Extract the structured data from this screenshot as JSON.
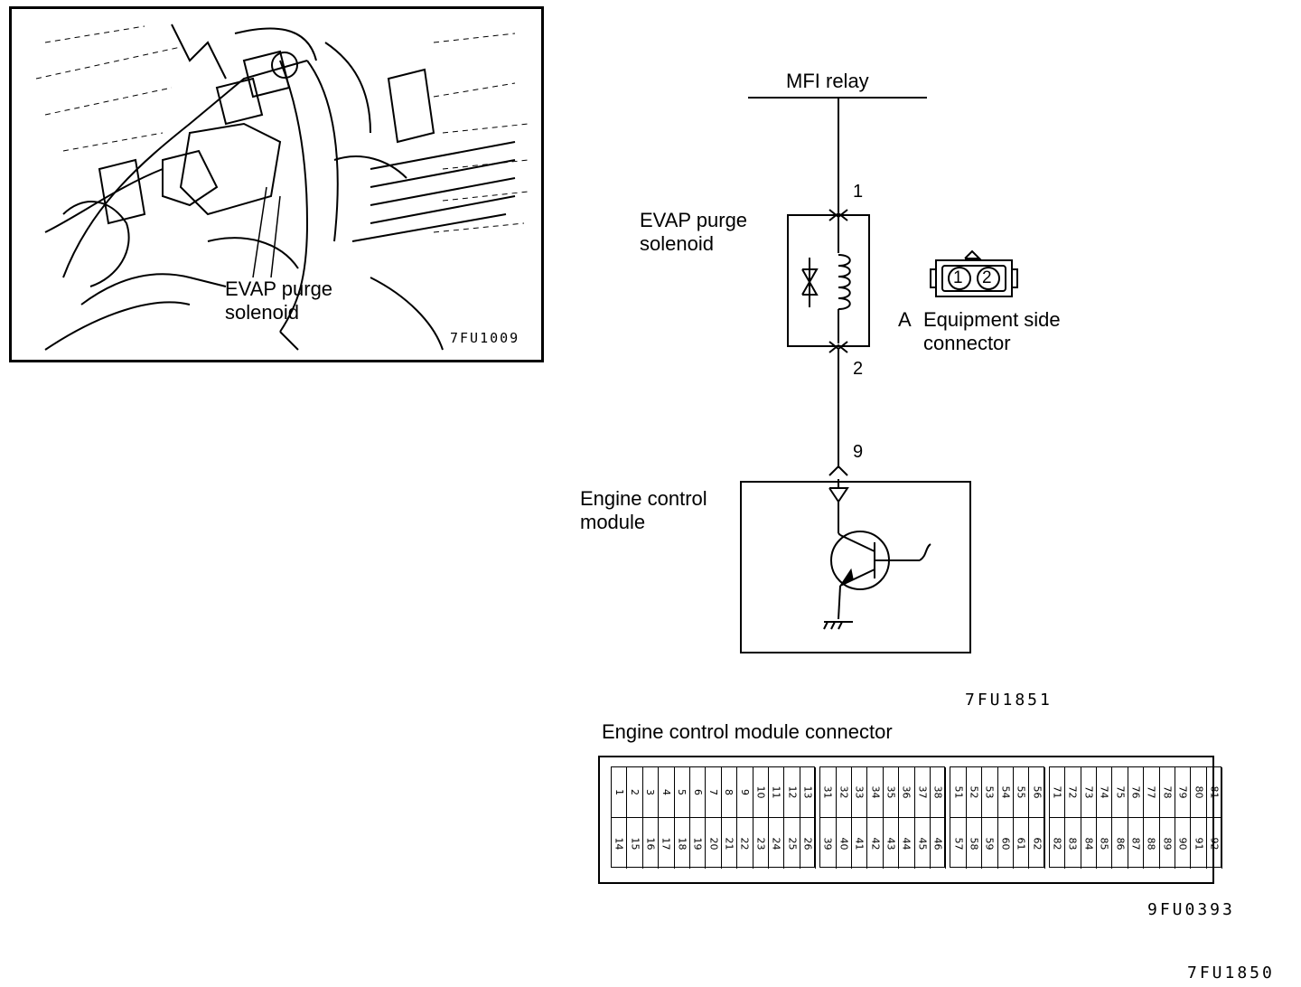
{
  "photo": {
    "callout": [
      "EVAP purge",
      "solenoid"
    ],
    "figure_code": "7FU1009"
  },
  "schematic": {
    "relay_label": "MFI relay",
    "solenoid_label": [
      "EVAP purge",
      "solenoid"
    ],
    "pin_top": "1",
    "pin_bottom": "2",
    "ecm_pin": "9",
    "ecm_label": [
      "Engine control",
      "module"
    ],
    "connector_pins": [
      "1",
      "2"
    ],
    "connector_letter": "A",
    "connector_caption": [
      "Equipment  side",
      "connector"
    ],
    "figure_code": "7FU1851"
  },
  "ecm_connector": {
    "title": "Engine control module connector",
    "groups": [
      {
        "top": [
          "1",
          "2",
          "3",
          "4",
          "5",
          "6",
          "7",
          "8",
          "9",
          "10",
          "11",
          "12",
          "13"
        ],
        "bottom": [
          "14",
          "15",
          "16",
          "17",
          "18",
          "19",
          "20",
          "21",
          "22",
          "23",
          "24",
          "25",
          "26"
        ]
      },
      {
        "top": [
          "31",
          "32",
          "33",
          "34",
          "35",
          "36",
          "37",
          "38"
        ],
        "bottom": [
          "39",
          "40",
          "41",
          "42",
          "43",
          "44",
          "45",
          "46"
        ]
      },
      {
        "top": [
          "51",
          "52",
          "53",
          "54",
          "55",
          "56"
        ],
        "bottom": [
          "57",
          "58",
          "59",
          "60",
          "61",
          "62"
        ]
      },
      {
        "top": [
          "71",
          "72",
          "73",
          "74",
          "75",
          "76",
          "77",
          "78",
          "79",
          "80",
          "81"
        ],
        "bottom": [
          "82",
          "83",
          "84",
          "85",
          "86",
          "87",
          "88",
          "89",
          "90",
          "91",
          "92"
        ]
      }
    ],
    "figure_code": "9FU0393"
  },
  "page_code": "7FU1850"
}
